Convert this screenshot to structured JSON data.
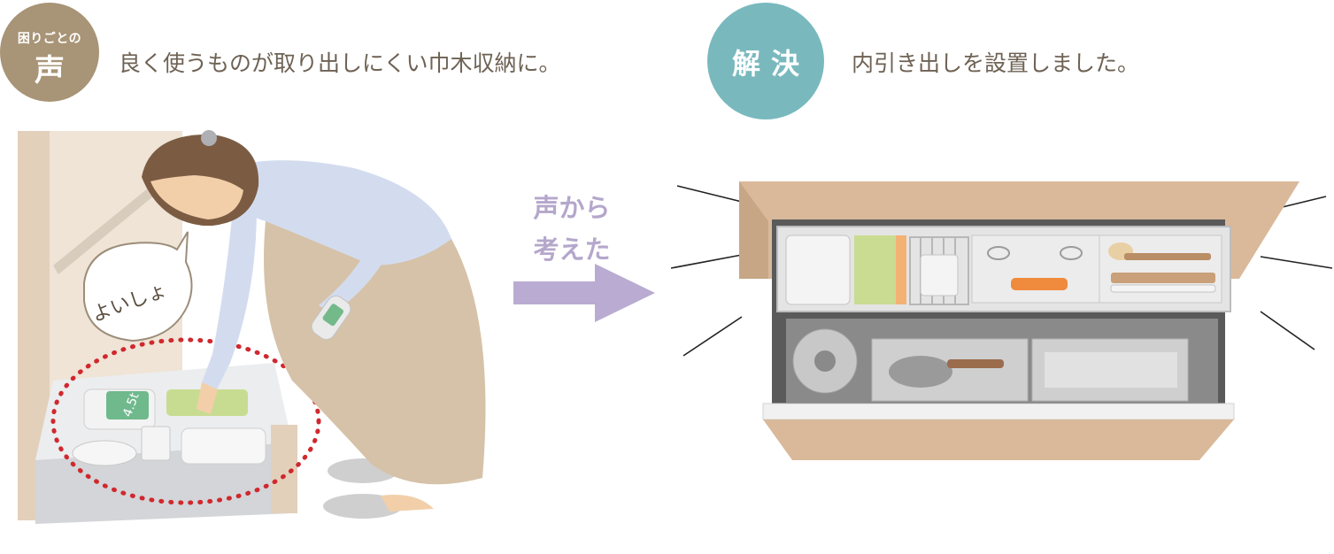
{
  "problem": {
    "badge_small": "困りごとの",
    "badge_big": "声",
    "caption": "良く使うものが取り出しにくい巾木収納に。",
    "speech": "よいしょ",
    "scale_label": "4.5t"
  },
  "transition": {
    "line1": "声から",
    "line2": "考えた"
  },
  "solution": {
    "badge_big": "解決",
    "caption": "内引き出しを設置しました。"
  },
  "colors": {
    "problem_badge": "#a89476",
    "solution_badge": "#79b9be",
    "arrow": "#b9abd1",
    "highlight_ring": "#d0282e",
    "caption_text": "#6e6254"
  }
}
